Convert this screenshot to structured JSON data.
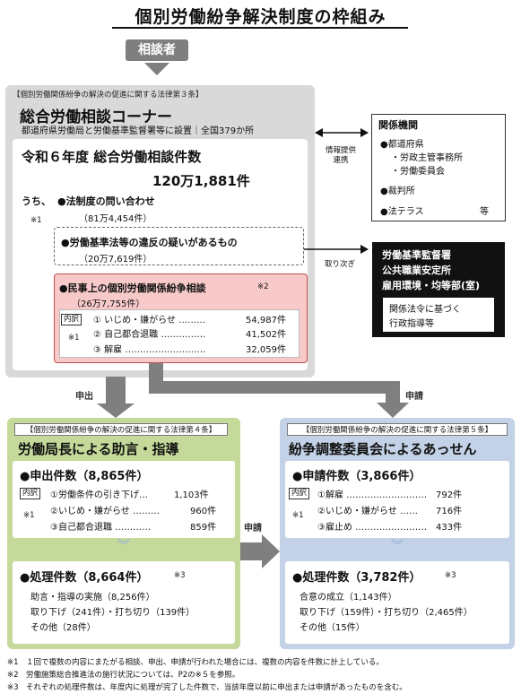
{
  "title": "個別労働紛争解決制度の枠組み",
  "consult": "相談者",
  "corner": {
    "law": "【個別労働関係紛争の解決の促進に関する法律第３条】",
    "title": "総合労働相談コーナー",
    "sub": "都道府県労働局と労働基準監督署等に設置｜全国379か所",
    "year_title": "令和６年度 総合労働相談件数",
    "total": "120万1,881件",
    "uchi": "うち、",
    "note_mark": "※1",
    "q1_label": "●法制度の問い合わせ",
    "q1_count": "（81万4,454件）",
    "q2_label": "●労働基準法等の違反の疑いがあるもの",
    "q2_count": "（20万7,619件）",
    "q3_label": "●民事上の個別労働関係紛争相談",
    "q3_note": "※2",
    "q3_count": "（26万7,755件）",
    "naiyaku": "内訳",
    "items": [
      {
        "label": "① いじめ・嫌がらせ ………",
        "value": "54,987件"
      },
      {
        "label": "② 自己都合退職 ……………",
        "value": "41,502件"
      },
      {
        "label": "③ 解雇 ………………………",
        "value": "32,059件"
      }
    ]
  },
  "link_kikan": "情報提供\n連携",
  "link_toritsugi": "取り次ぎ",
  "kikan": {
    "title": "関係機関",
    "items": [
      "●都道府県",
      "・労政主管事務所",
      "・労働委員会",
      "●裁判所",
      "●法テラス"
    ],
    "etc": "等"
  },
  "black": {
    "lines": [
      "労働基準監督署",
      "公共職業安定所",
      "雇用環境・均等部(室)"
    ],
    "inner": [
      "関係法令に基づく",
      "行政指導等"
    ]
  },
  "arrow_moushide": "申出",
  "arrow_shinsei": "申請",
  "arrow_shinsei2": "申請",
  "left": {
    "law": "【個別労働関係紛争の解決の促進に関する法律第４条】",
    "title": "労働局長による助言・指導",
    "count_title": "●申出件数（8,865件）",
    "naiyaku": "内訳",
    "note": "※1",
    "items": [
      {
        "label": "①労働条件の引き下げ…",
        "value": "1,103件"
      },
      {
        "label": "②いじめ・嫌がらせ ………",
        "value": "960件"
      },
      {
        "label": "③自己都合退職 …………",
        "value": "859件"
      }
    ],
    "proc_title": "●処理件数（8,664件）",
    "proc_note": "※3",
    "proc_lines": [
      "助言・指導の実施（8,256件）",
      "取り下げ（241件）・打ち切り（139件）",
      "その他（28件）"
    ]
  },
  "right": {
    "law": "【個別労働関係紛争の解決の促進に関する法律第５条】",
    "title": "紛争調整委員会によるあっせん",
    "count_title": "●申請件数（3,866件）",
    "naiyaku": "内訳",
    "note": "※1",
    "items": [
      {
        "label": "①解雇 ………………………",
        "value": "792件"
      },
      {
        "label": "②いじめ・嫌がらせ ……",
        "value": "716件"
      },
      {
        "label": "③雇止め ……………………",
        "value": "433件"
      }
    ],
    "proc_title": "●処理件数（3,782件）",
    "proc_note": "※3",
    "proc_lines": [
      "合意の成立（1,143件）",
      "取り下げ（159件）・打ち切り（2,465件）",
      "その他（15件）"
    ]
  },
  "notes": [
    "※1　１回で複数の内容にまたがる相談、申出、申請が行われた場合には、複数の内容を件数に計上している。",
    "※2　労働施策総合推進法の施行状況については、P2の※５を参照。",
    "※3　それぞれの処理件数は、年度内に処理が完了した件数で、当該年度以前に申出または申請があったものを含む。"
  ],
  "colors": {
    "gray": "#d9d9d9",
    "pink": "#f7c9c9",
    "green": "#c5d99a",
    "blue": "#c3d2e6"
  }
}
